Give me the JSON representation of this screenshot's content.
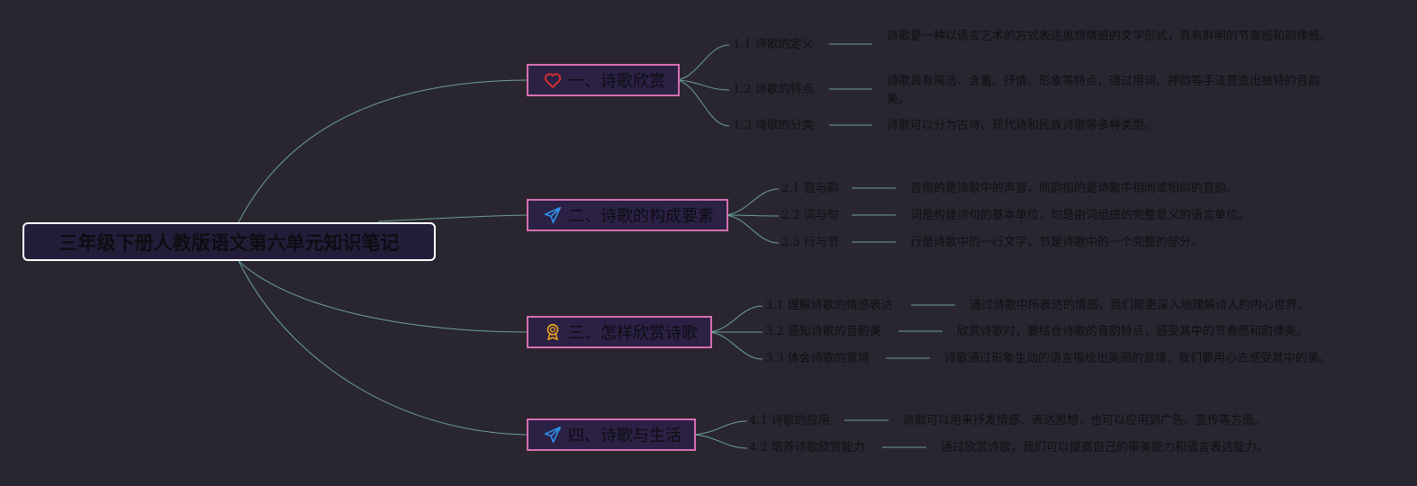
{
  "root": {
    "title": "三年级下册人教版语文第六单元知识笔记"
  },
  "colors": {
    "background": "#2a2630",
    "connector": "#6b9e9a",
    "branch_border": "#d56fb0",
    "branch_fill": "#2b2145",
    "root_border": "#ffffff"
  },
  "branches": [
    {
      "title": "一、诗歌欣赏",
      "icon": "heart-icon",
      "icon_color": "#e0302a",
      "topics": [
        {
          "label": "1.1 诗歌的定义",
          "note": "诗歌是一种以语言艺术的方式表达思想情感的文学形式，具有鲜明的节奏感和韵律感。"
        },
        {
          "label": "1.2 诗歌的特点",
          "note": "诗歌具有简洁、含蓄、抒情、形象等特点，通过用词、押韵等手法营造出独特的音韵美。"
        },
        {
          "label": "1.3 诗歌的分类",
          "note": "诗歌可以分为古诗、现代诗和民族诗歌等多种类型。"
        }
      ]
    },
    {
      "title": "二、诗歌的构成要素",
      "icon": "paper-plane-icon",
      "icon_color": "#2f8fe8",
      "topics": [
        {
          "label": "2.1 音与韵",
          "note": "音指的是诗歌中的声音，而韵指的是诗歌中相同或相似的音韵。"
        },
        {
          "label": "2.2 词与句",
          "note": "词是构建诗句的基本单位，句是由词组成的完整意义的语言单位。"
        },
        {
          "label": "2.3 行与节",
          "note": "行是诗歌中的一行文字，节是诗歌中的一个完整的部分。"
        }
      ]
    },
    {
      "title": "三、怎样欣赏诗歌",
      "icon": "award-ribbon-icon",
      "icon_color": "#e8a21f",
      "topics": [
        {
          "label": "3.1 理解诗歌的情感表达",
          "note": "通过诗歌中所表达的情感，我们能更深入地理解诗人的内心世界。"
        },
        {
          "label": "3.2 感知诗歌的音韵美",
          "note": "欣赏诗歌时，要结合诗歌的音韵特点，感受其中的节奏感和韵律美。"
        },
        {
          "label": "3.3 体会诗歌的意境",
          "note": "诗歌通过形象生动的语言描绘出美丽的意境，我们要用心去感受其中的美。"
        }
      ]
    },
    {
      "title": "四、诗歌与生活",
      "icon": "paper-plane-icon",
      "icon_color": "#2f8fe8",
      "topics": [
        {
          "label": "4.1 诗歌的应用",
          "note": "诗歌可以用来抒发情感、表达思想，也可以应用到广告、宣传等方面。"
        },
        {
          "label": "4.2 培养诗歌欣赏能力",
          "note": "通过欣赏诗歌，我们可以提高自己的审美能力和语言表达能力。"
        }
      ]
    }
  ]
}
